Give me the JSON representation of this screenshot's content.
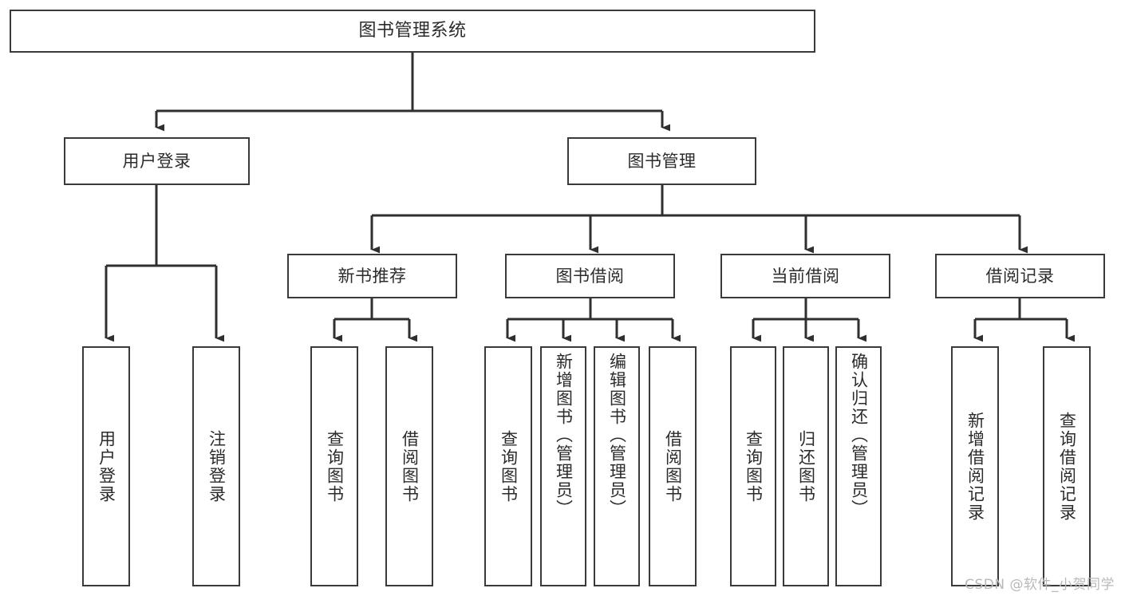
{
  "diagram": {
    "type": "tree-hierarchy-chart",
    "title": "图书管理系统",
    "watermark": "CSDN @软件_小贺同学",
    "colors": {
      "box_border": "#3a3a3a",
      "box_fill": "#ffffff",
      "connector": "#2f2f2f",
      "text": "#2b2b2b",
      "watermark": "#b9b9b9",
      "background": "#ffffff"
    },
    "levels": {
      "root": {
        "label": "图书管理系统"
      },
      "level2": [
        {
          "label": "用户登录"
        },
        {
          "label": "图书管理"
        }
      ],
      "level3": [
        {
          "label": "新书推荐"
        },
        {
          "label": "图书借阅"
        },
        {
          "label": "当前借阅"
        },
        {
          "label": "借阅记录"
        }
      ]
    },
    "leaves": {
      "user_login": [
        {
          "label": "用户登录"
        },
        {
          "label": "注销登录"
        }
      ],
      "new_book_recommend": [
        {
          "label": "查询图书"
        },
        {
          "label": "借阅图书"
        }
      ],
      "book_borrow": [
        {
          "label": "查询图书"
        },
        {
          "label": "新增图书（管理员）"
        },
        {
          "label": "编辑图书（管理员）"
        },
        {
          "label": "借阅图书"
        }
      ],
      "current_borrow": [
        {
          "label": "查询图书"
        },
        {
          "label": "归还图书"
        },
        {
          "label": "确认归还（管理员）"
        }
      ],
      "borrow_record": [
        {
          "label": "新增借阅记录"
        },
        {
          "label": "查询借阅记录"
        }
      ]
    }
  }
}
